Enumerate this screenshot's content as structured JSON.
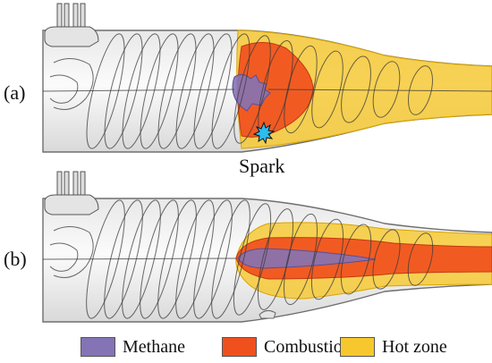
{
  "panels": [
    {
      "label": "(a)",
      "annotation": "Spark"
    },
    {
      "label": "(b)"
    }
  ],
  "legend": [
    {
      "label": "Methane",
      "color": "#8473b5"
    },
    {
      "label": "Combustion",
      "color": "#f0501e"
    },
    {
      "label": "Hot zone",
      "color": "#f7c82e"
    }
  ],
  "colors": {
    "body_outline": "#6e6e6e",
    "body_fill": "#f2f2f2",
    "swirl": "#3a3a3a",
    "spark": "#2dbcf0"
  }
}
